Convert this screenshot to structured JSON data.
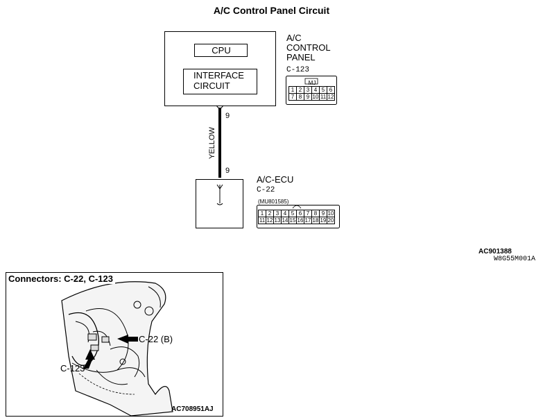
{
  "title": "A/C Control Panel Circuit",
  "control_panel": {
    "cpu_label": "CPU",
    "interface_label_line1": "INTERFACE",
    "interface_label_line2": "CIRCUIT",
    "name_line1": "A/C",
    "name_line2": "CONTROL",
    "name_line3": "PANEL",
    "connector_id": "C-123",
    "connector_tag": "MJ",
    "pins_row1": [
      "1",
      "2",
      "3",
      "4",
      "5",
      "6"
    ],
    "pins_row2": [
      "7",
      "8",
      "9",
      "10",
      "11",
      "12"
    ]
  },
  "wire": {
    "color_label": "YELLOW",
    "pin_top": "9",
    "pin_bottom": "9"
  },
  "ecu": {
    "name": "A/C-ECU",
    "connector_id": "C-22",
    "part_number": "(MU801585)",
    "pins_row1": [
      "1",
      "2",
      "3",
      "4",
      "5",
      "6",
      "7",
      "8",
      "9",
      "10"
    ],
    "pins_row2": [
      "11",
      "12",
      "13",
      "14",
      "15",
      "16",
      "17",
      "18",
      "19",
      "20"
    ]
  },
  "codes": {
    "diagram_code": "AC901388",
    "diagram_subcode": "W8G55M001A",
    "photo_code": "AC708951AJ"
  },
  "photo": {
    "caption": "Connectors: C-22, C-123",
    "callout_c22": "C-22 (B)",
    "callout_c123": "C-123"
  }
}
